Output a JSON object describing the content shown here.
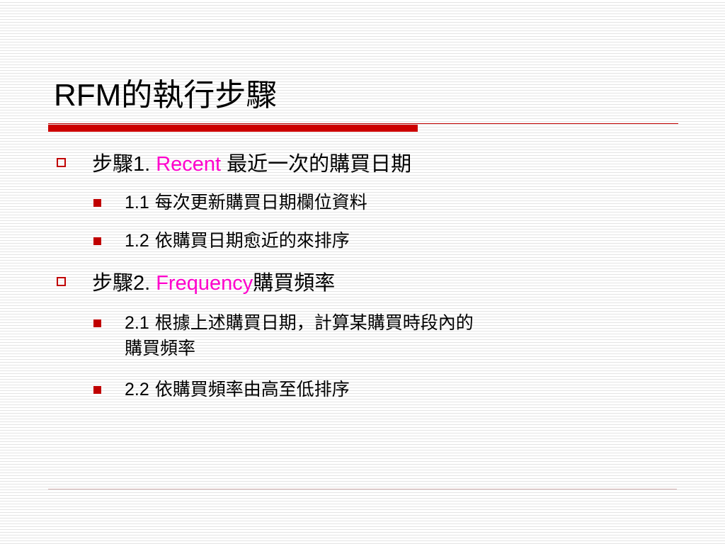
{
  "slide": {
    "title": "RFM的執行步驟",
    "accent_color": "#c00000",
    "keyword_color": "#ff00cc"
  },
  "bullets": [
    {
      "icon": "hollow-square-icon",
      "label": "步驟",
      "number": "1.",
      "keyword": "Recent",
      "rest": "最近一次的購買日期",
      "children": [
        {
          "icon": "filled-square-icon",
          "number": "1.1",
          "text": "每次更新購買日期欄位資料"
        },
        {
          "icon": "filled-square-icon",
          "number": "1.2",
          "text": "依購買日期愈近的來排序"
        }
      ]
    },
    {
      "icon": "hollow-square-icon",
      "label": "步驟",
      "number": "2.",
      "keyword": "Frequency",
      "rest": "購買頻率",
      "children": [
        {
          "icon": "filled-square-icon",
          "number": "2.1",
          "text": "根據上述購買日期，計算某購買時段內的",
          "continuation": "購買頻率"
        },
        {
          "icon": "filled-square-icon",
          "number": "2.2",
          "text": "依購買頻率由高至低排序"
        }
      ]
    }
  ]
}
